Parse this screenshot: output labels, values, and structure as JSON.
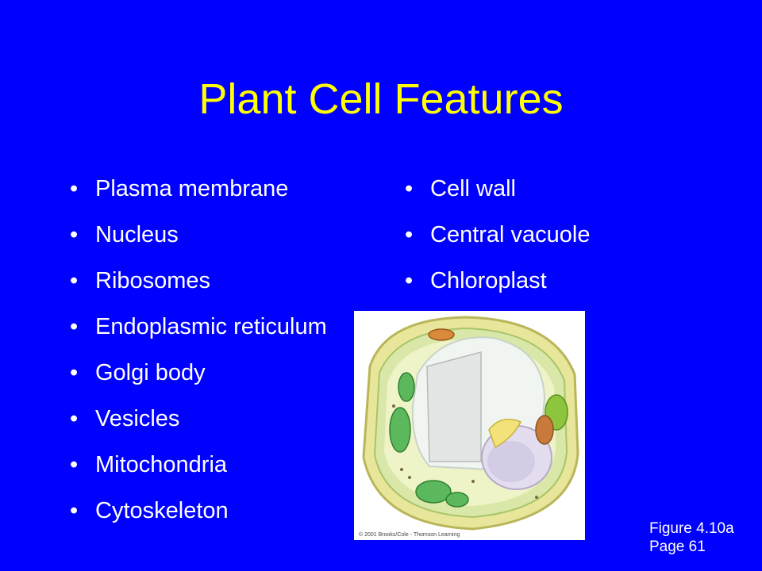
{
  "slide": {
    "title": "Plant Cell Features",
    "left_items": [
      "Plasma membrane",
      "Nucleus",
      "Ribosomes",
      "Endoplasmic reticulum",
      "Golgi body",
      "Vesicles",
      "Mitochondria",
      "Cytoskeleton"
    ],
    "right_items": [
      "Cell wall",
      "Central vacuole",
      "Chloroplast"
    ],
    "figure_label": "Figure 4.10a",
    "page_label": "Page 61",
    "copyright": "© 2001 Brooks/Cole - Thomson Learning"
  },
  "colors": {
    "background": "#0000FF",
    "title": "#FFFF00",
    "text": "#FFFFFF"
  }
}
